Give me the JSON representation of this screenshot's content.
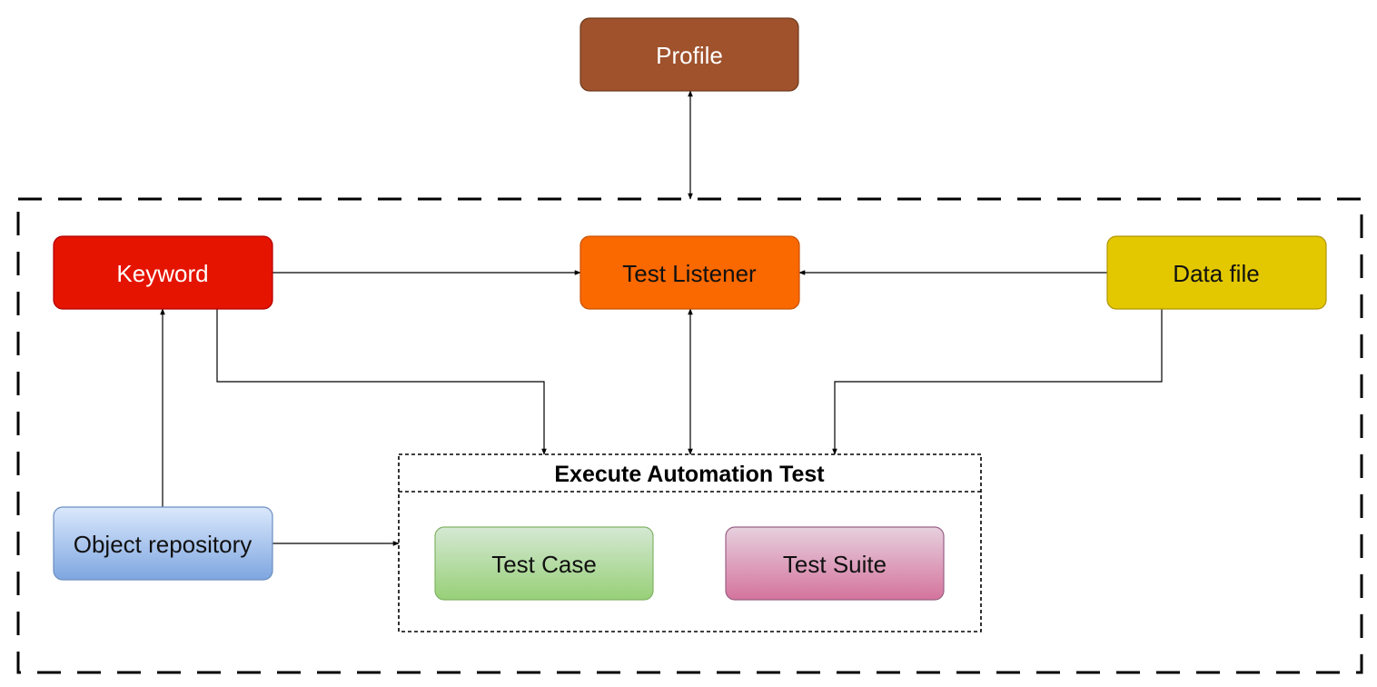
{
  "nodes": {
    "profile": {
      "label": "Profile",
      "fill": "#a0522d",
      "stroke": "#6d3919",
      "text_color": "#ffffff"
    },
    "keyword": {
      "label": "Keyword",
      "fill": "#e51400",
      "stroke": "#b20000",
      "text_color": "#ffffff"
    },
    "test_listener": {
      "label": "Test Listener",
      "fill": "#fa6800",
      "stroke": "#c75200",
      "text_color": "#111111"
    },
    "data_file": {
      "label": "Data file",
      "fill": "#e3c800",
      "stroke": "#b09500",
      "text_color": "#111111"
    },
    "object_repository": {
      "label": "Object repository",
      "fill_top": "#dae8fc",
      "fill_bottom": "#7ea6e0",
      "stroke": "#6c8ebf",
      "text_color": "#111111"
    },
    "test_case": {
      "label": "Test Case",
      "fill_top": "#d5e8d4",
      "fill_bottom": "#97d077",
      "stroke": "#82b366",
      "text_color": "#111111"
    },
    "test_suite": {
      "label": "Test Suite",
      "fill_top": "#e6d0de",
      "fill_bottom": "#d5739d",
      "stroke": "#996185",
      "text_color": "#111111"
    }
  },
  "group": {
    "label": "Execute Automation Test"
  },
  "colors": {
    "line": "#000000",
    "background": "#ffffff"
  }
}
